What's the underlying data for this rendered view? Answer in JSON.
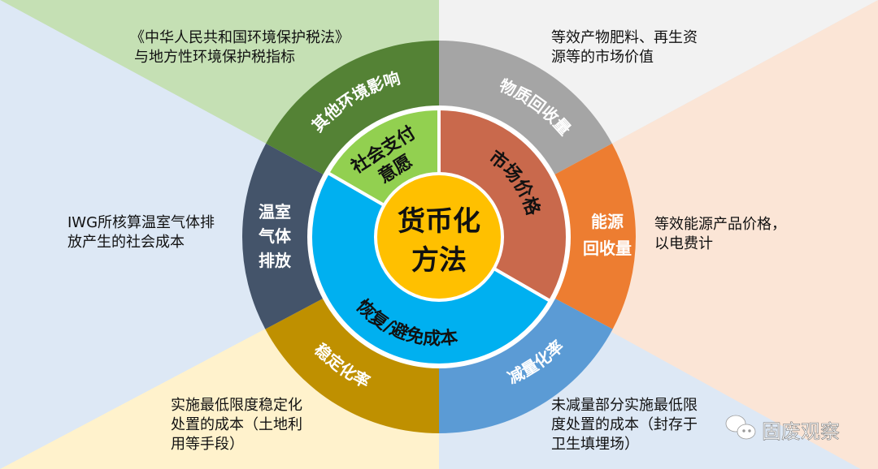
{
  "center": {
    "line1": "货币化",
    "line2": "方法"
  },
  "inner_ring": {
    "social": {
      "line1": "社会支付",
      "line2": "意愿"
    },
    "market": "市场价格",
    "restore": "恢复/避免成本"
  },
  "outer_ring": {
    "other_env": "其他环境影响",
    "material": "物质回收量",
    "energy": {
      "line1": "能源",
      "line2": "回收量"
    },
    "reduction": "减量化率",
    "stabilization": "稳定化率",
    "ghg": {
      "line1": "温室",
      "line2": "气体",
      "line3": "排放"
    }
  },
  "annotations": {
    "top_left": [
      "《中华人民共和国环境保护税法》",
      "与地方性环境保护税指标"
    ],
    "top_right": [
      "等效产物肥料、再生资",
      "源等的市场价值"
    ],
    "left": [
      "IWG所核算温室气体排",
      "放产生的社会成本"
    ],
    "right": [
      "等效能源产品价格，",
      "以电费计"
    ],
    "bottom_left": [
      "实施最低限度稳定化",
      "处置的成本（土地利",
      "用等手段）"
    ],
    "bottom_right": [
      "未减量部分实施最低限",
      "度处置的成本（封存于",
      "卫生填埋场）"
    ]
  },
  "watermark": {
    "text": "固废观察",
    "icon": "wechat-icon"
  },
  "colors": {
    "bg_green": "#c5e0b4",
    "bg_gray": "#f2f2f2",
    "bg_peach": "#fbe5d6",
    "bg_blue": "#dde8f5",
    "bg_cream": "#fff2cc",
    "ring_green": "#548235",
    "ring_gray": "#a5a5a5",
    "ring_orange": "#ed7d31",
    "ring_blue": "#5b9bd5",
    "ring_gold": "#bf9000",
    "ring_slate": "#44546a",
    "inner_green": "#92d050",
    "inner_brown": "#c9694c",
    "inner_blue": "#00b0f0",
    "center": "#ffc000"
  }
}
